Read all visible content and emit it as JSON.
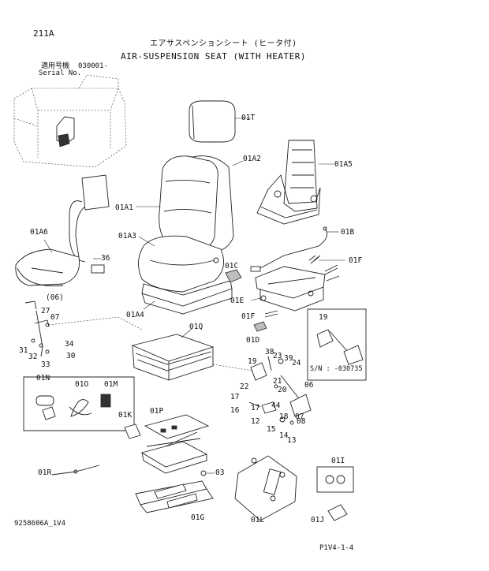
{
  "header": {
    "page_code": "211A",
    "title_jp": "エアサスペンションシート (ヒータ付)",
    "title_en": "AIR-SUSPENSION SEAT (WITH HEATER)",
    "serial_jp": "適用号機",
    "serial_en": "Serial No.",
    "serial_value": "030001-"
  },
  "labels": {
    "l01T": "01T",
    "l01A2": "01A2",
    "l01A5": "01A5",
    "l01A1": "01A1",
    "l01B": "01B",
    "l01A6": "01A6",
    "l01A3": "01A3",
    "l36": "36",
    "l01F": "01F",
    "l01C": "01C",
    "l06p": "(06)",
    "l01E": "01E",
    "l27": "27",
    "l07a": "07",
    "l01A4": "01A4",
    "l01F2": "01F",
    "l19a": "19",
    "l34": "34",
    "l31": "31",
    "l32": "32",
    "l30": "30",
    "l33": "33",
    "l01Q": "01Q",
    "l01D": "01D",
    "sn_text": "S/N : -030735",
    "l38": "38",
    "l23": "23",
    "l39": "39",
    "l24": "24",
    "l19b": "19",
    "l21": "21",
    "l22": "22",
    "l20": "20",
    "l06": "06",
    "l01N": "01N",
    "l01O": "01O",
    "l01M": "01M",
    "l17a": "17",
    "l44": "44",
    "l17b": "17",
    "l16": "16",
    "l01K": "01K",
    "l01P": "01P",
    "l12": "12",
    "l18": "18",
    "l07b": "07",
    "l15": "15",
    "l08": "08",
    "l14": "14",
    "l13": "13",
    "l03": "03",
    "l01R": "01R",
    "l01I": "01I",
    "l01G": "01G",
    "l01L": "01L",
    "l01J": "01J"
  },
  "footer": {
    "doc_number": "9258606A_1V4",
    "page_ref": "P1V4-1-4"
  }
}
